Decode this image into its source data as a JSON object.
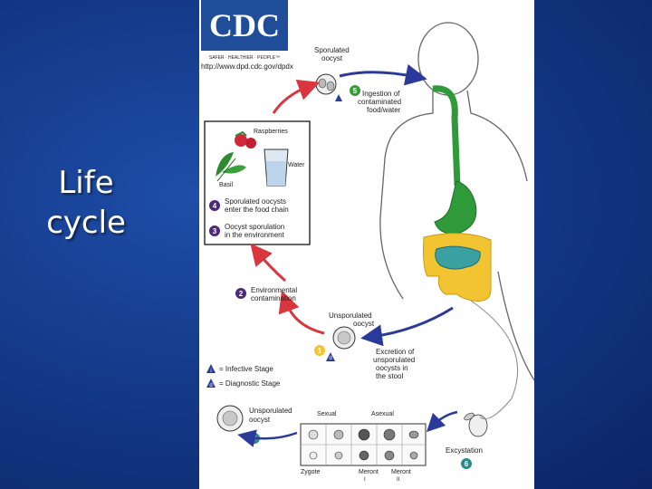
{
  "slide": {
    "title_line1": "Life",
    "title_line2": "cycle"
  },
  "source": {
    "logo_text": "CDC",
    "logo_tagline": "SAFER · HEALTHIER · PEOPLE™",
    "url": "http://www.dpd.cdc.gov/dpdx"
  },
  "labels": {
    "sporulated_oocyst_l1": "Sporulated",
    "sporulated_oocyst_l2": "oocyst",
    "ingestion_l1": "Ingestion of",
    "ingestion_l2": "contaminated",
    "ingestion_l3": "food/water",
    "raspberries": "Raspberries",
    "water": "Water",
    "basil": "Basil",
    "food_chain_l1": "Sporulated oocysts",
    "food_chain_l2": "enter the food chain",
    "sporulation_l1": "Oocyst sporulation",
    "sporulation_l2": "in the environment",
    "env_contam_l1": "Environmental",
    "env_contam_l2": "contamination",
    "unsporulated_l1": "Unsporulated",
    "unsporulated_l2": "oocyst",
    "excretion_l1": "Excretion of",
    "excretion_l2": "unsporulated",
    "excretion_l3": "oocysts in",
    "excretion_l4": "the stool",
    "legend_infective": "= Infective Stage",
    "legend_diagnostic": "= Diagnostic Stage",
    "inset_unsporulated_l1": "Unsporulated",
    "inset_unsporulated_l2": "oocyst",
    "sexual": "Sexual",
    "asexual": "Asexual",
    "zygote": "Zygote",
    "meront1": "Meront",
    "meront1_num": "I",
    "meront2": "Meront",
    "meront2_num": "II",
    "excystation": "Excystation"
  },
  "steps": {
    "s1": "1",
    "s2": "2",
    "s3": "3",
    "s4": "4",
    "s5": "5",
    "s6": "6",
    "s7": "7",
    "infective_mark": "i",
    "diagnostic_mark": "d"
  },
  "colors": {
    "slide_bg": "#143a8a",
    "arrow_red": "#d9363e",
    "arrow_blue": "#2a3a9a",
    "stomach_green": "#2e9a3a",
    "colon_yellow": "#f2c431",
    "small_intestine_teal": "#3aa0a0",
    "step_purple": "#4b2a7a",
    "step_green": "#3a9a3a",
    "step_yellow": "#f2c431",
    "step_teal": "#2a8a8a"
  }
}
